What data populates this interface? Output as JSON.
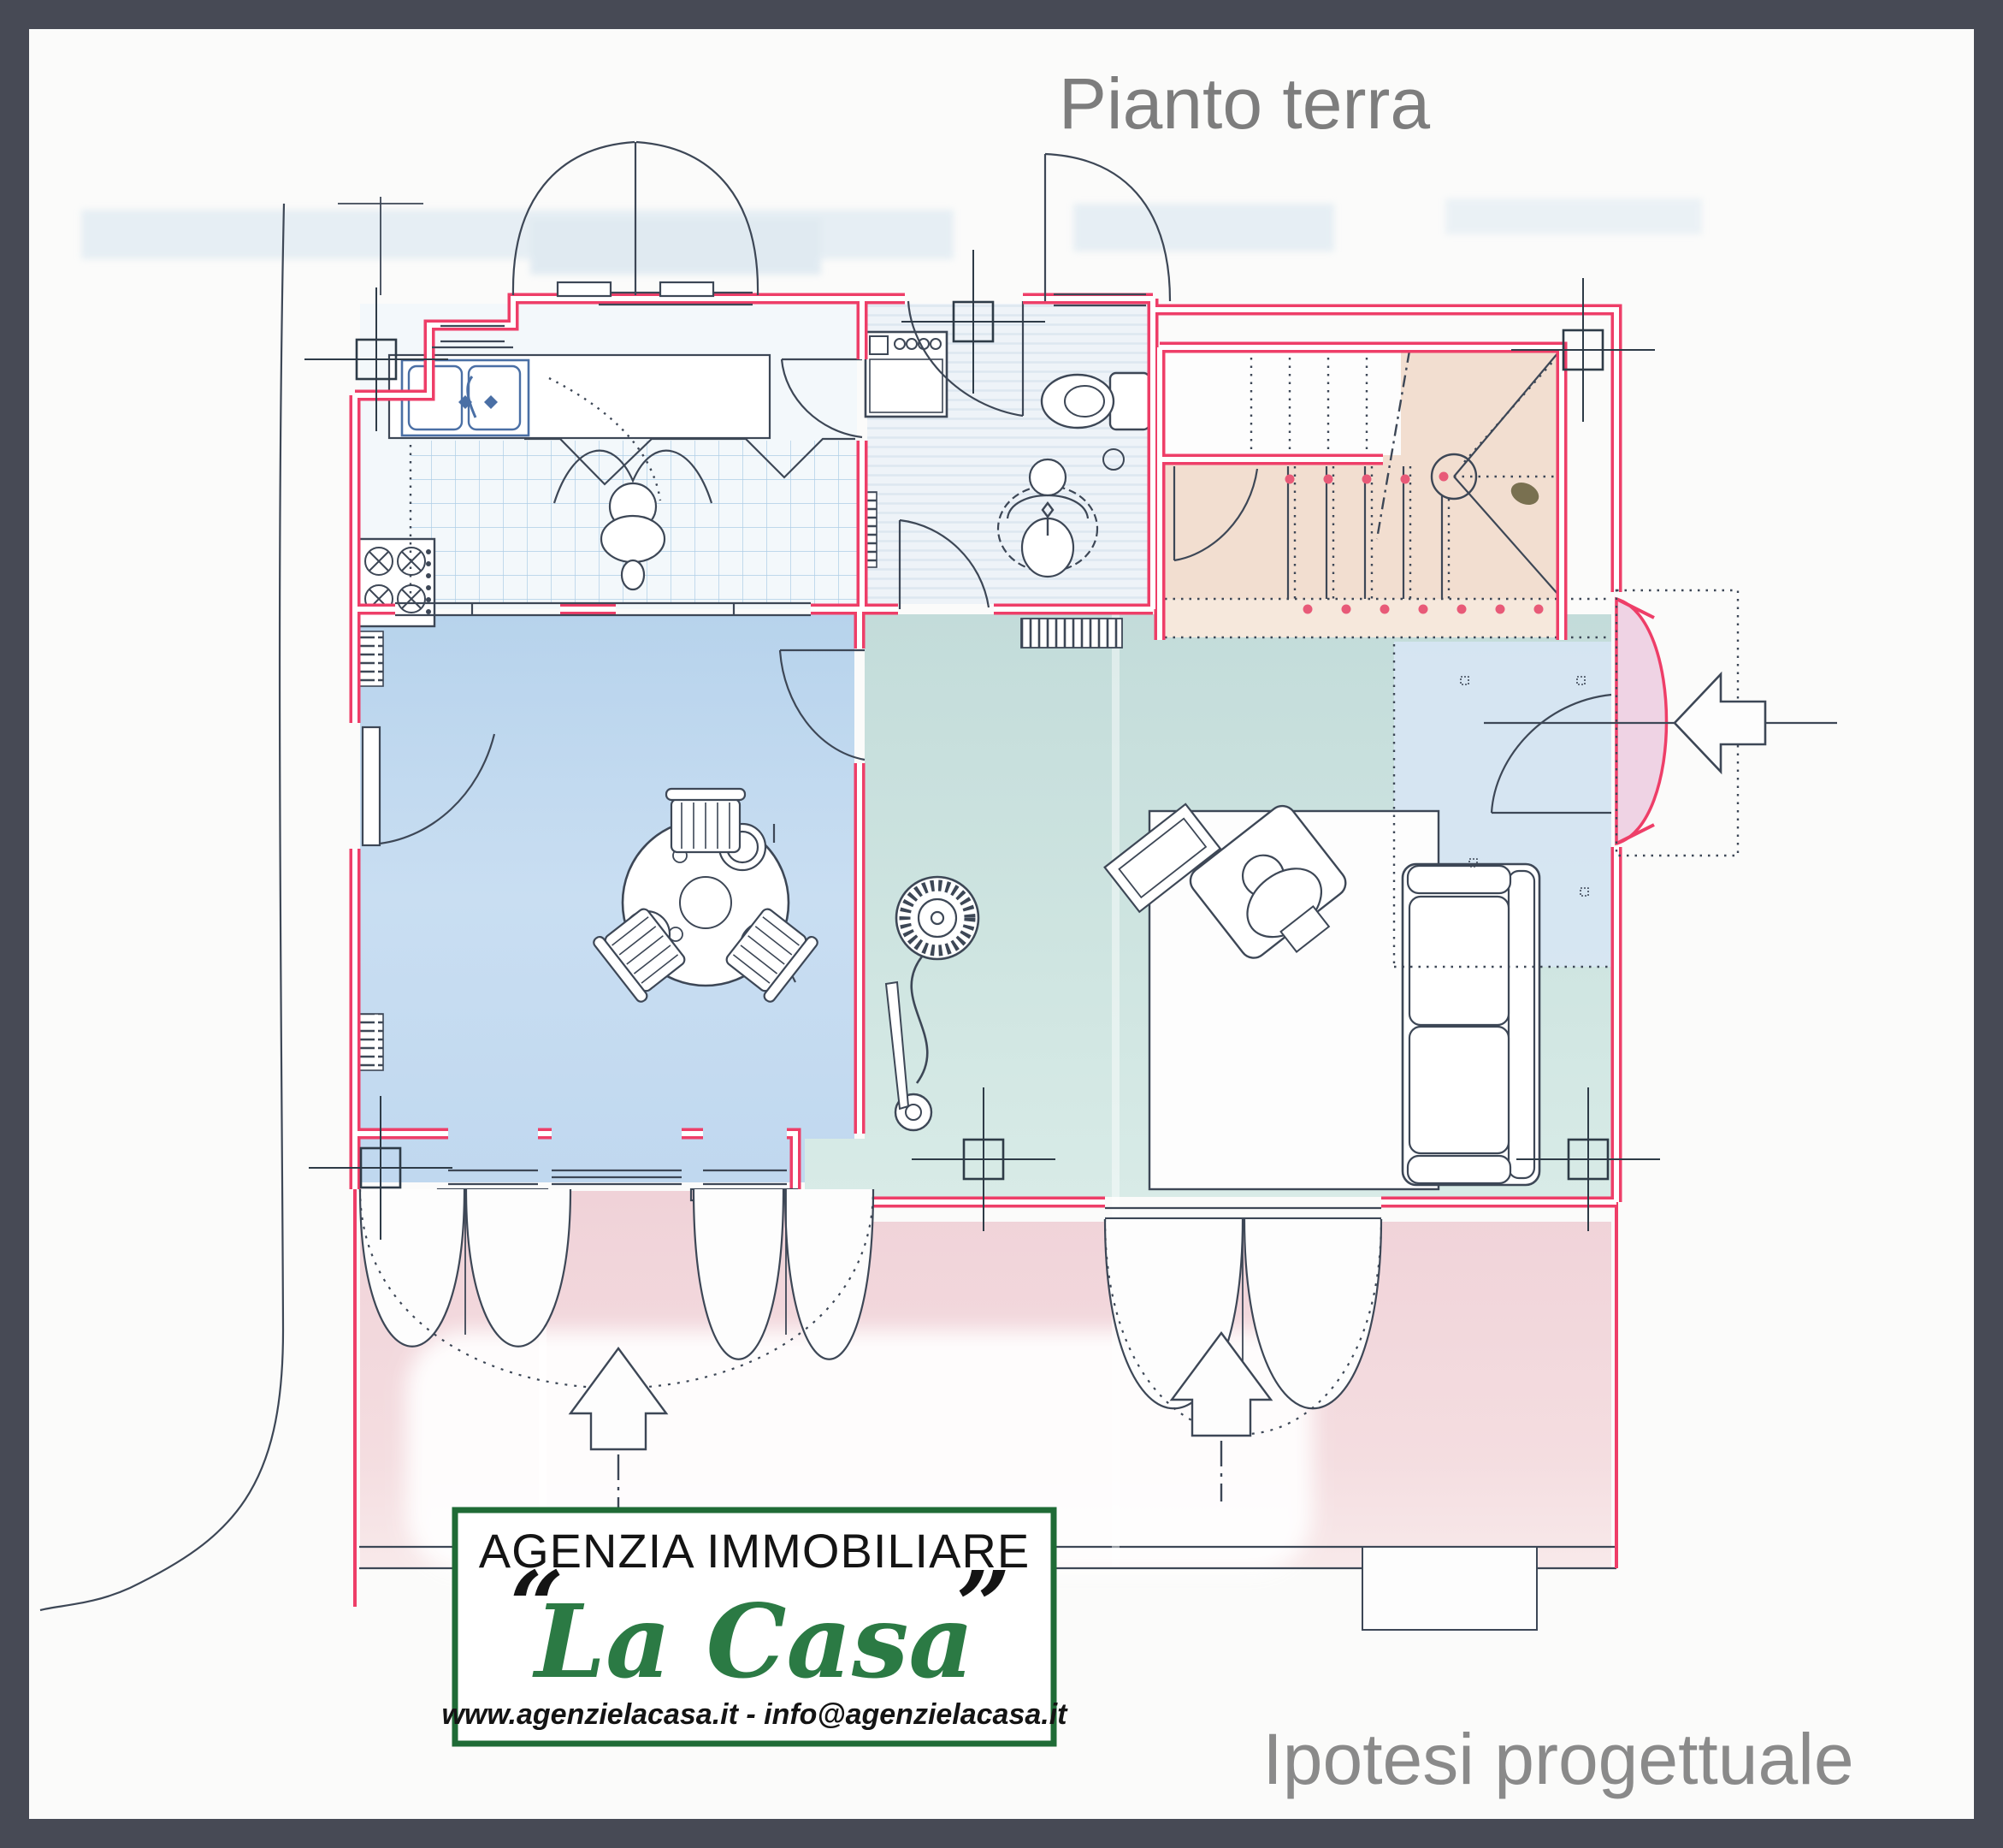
{
  "page": {
    "title": "Pianto terra",
    "title_color": "#7d7d7d",
    "caption": "Ipotesi progettuale",
    "caption_color": "#8a8a8a",
    "frame_color": "#474a55",
    "paper_color": "#fbfbfa"
  },
  "logo": {
    "line1": "AGENZIA IMMOBILIARE",
    "quote_open": "“",
    "name": "La Casa",
    "quote_close": "”",
    "website": "www.agenzielacasa.it - info@agenzielacasa.it",
    "border_color": "#1f6b36",
    "name_color": "#2b7a44",
    "text_color": "#141414"
  },
  "plan": {
    "wall_color": "#ee3e68",
    "line_color": "#3d4756",
    "rooms": [
      {
        "id": "kitchen",
        "fill": "#f3f8fb",
        "floor": "light-blue tile grid"
      },
      {
        "id": "bathroom",
        "fill": "#eef3f8",
        "floor": "striped"
      },
      {
        "id": "staircase",
        "fill": "#f2ded0",
        "floor": "tan winder stair"
      },
      {
        "id": "dining-room",
        "fill": "#c3dcf0",
        "floor": "blue"
      },
      {
        "id": "living-room",
        "fill": "#cbe1de",
        "floor": "teal"
      },
      {
        "id": "entry",
        "fill": "#d7e6f4",
        "floor": "light blue"
      },
      {
        "id": "entrance-porch",
        "fill": "#efd3e4",
        "floor": "pink"
      },
      {
        "id": "terrace",
        "fill": "#f2d6db",
        "floor": "pink"
      }
    ],
    "symbols": [
      "survey-cross-marker",
      "entrance-arrow",
      "terrace-arrow",
      "door-swing-arc",
      "radiator",
      "stair-winder",
      "round-table",
      "sofa",
      "armchair-person",
      "sink-person",
      "bidet-person",
      "washing-machine",
      "toilet",
      "stove"
    ]
  }
}
